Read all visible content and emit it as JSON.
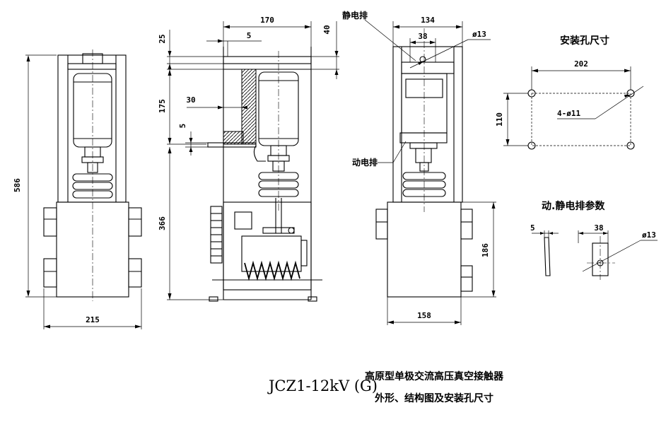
{
  "drawing": {
    "dimensions": {
      "front_height": "586",
      "front_width": "215",
      "side_width": "170",
      "side_offset": "5",
      "top_gap": "25",
      "top_right": "40",
      "upper_height": "175",
      "side_30": "30",
      "side_5": "5",
      "lower_height": "366",
      "rear_width": "134",
      "rear_38": "38",
      "rear_hole": "ø13",
      "rear_height": "186",
      "rear_base": "158",
      "mount_width": "202",
      "mount_height": "110",
      "mount_holes": "4-ø11",
      "bar_thickness": "5",
      "bar_38": "38",
      "bar_hole": "ø13"
    },
    "labels": {
      "static_bar": "静电排",
      "moving_bar": "动电排",
      "mounting_title": "安装孔尺寸",
      "bar_params_title": "动.静电排参数"
    },
    "title_block": {
      "model": "JCZ1-12kV (G)",
      "line1": "高原型单极交流高压真空接触器",
      "line2": "外形、结构图及安装孔尺寸"
    }
  }
}
